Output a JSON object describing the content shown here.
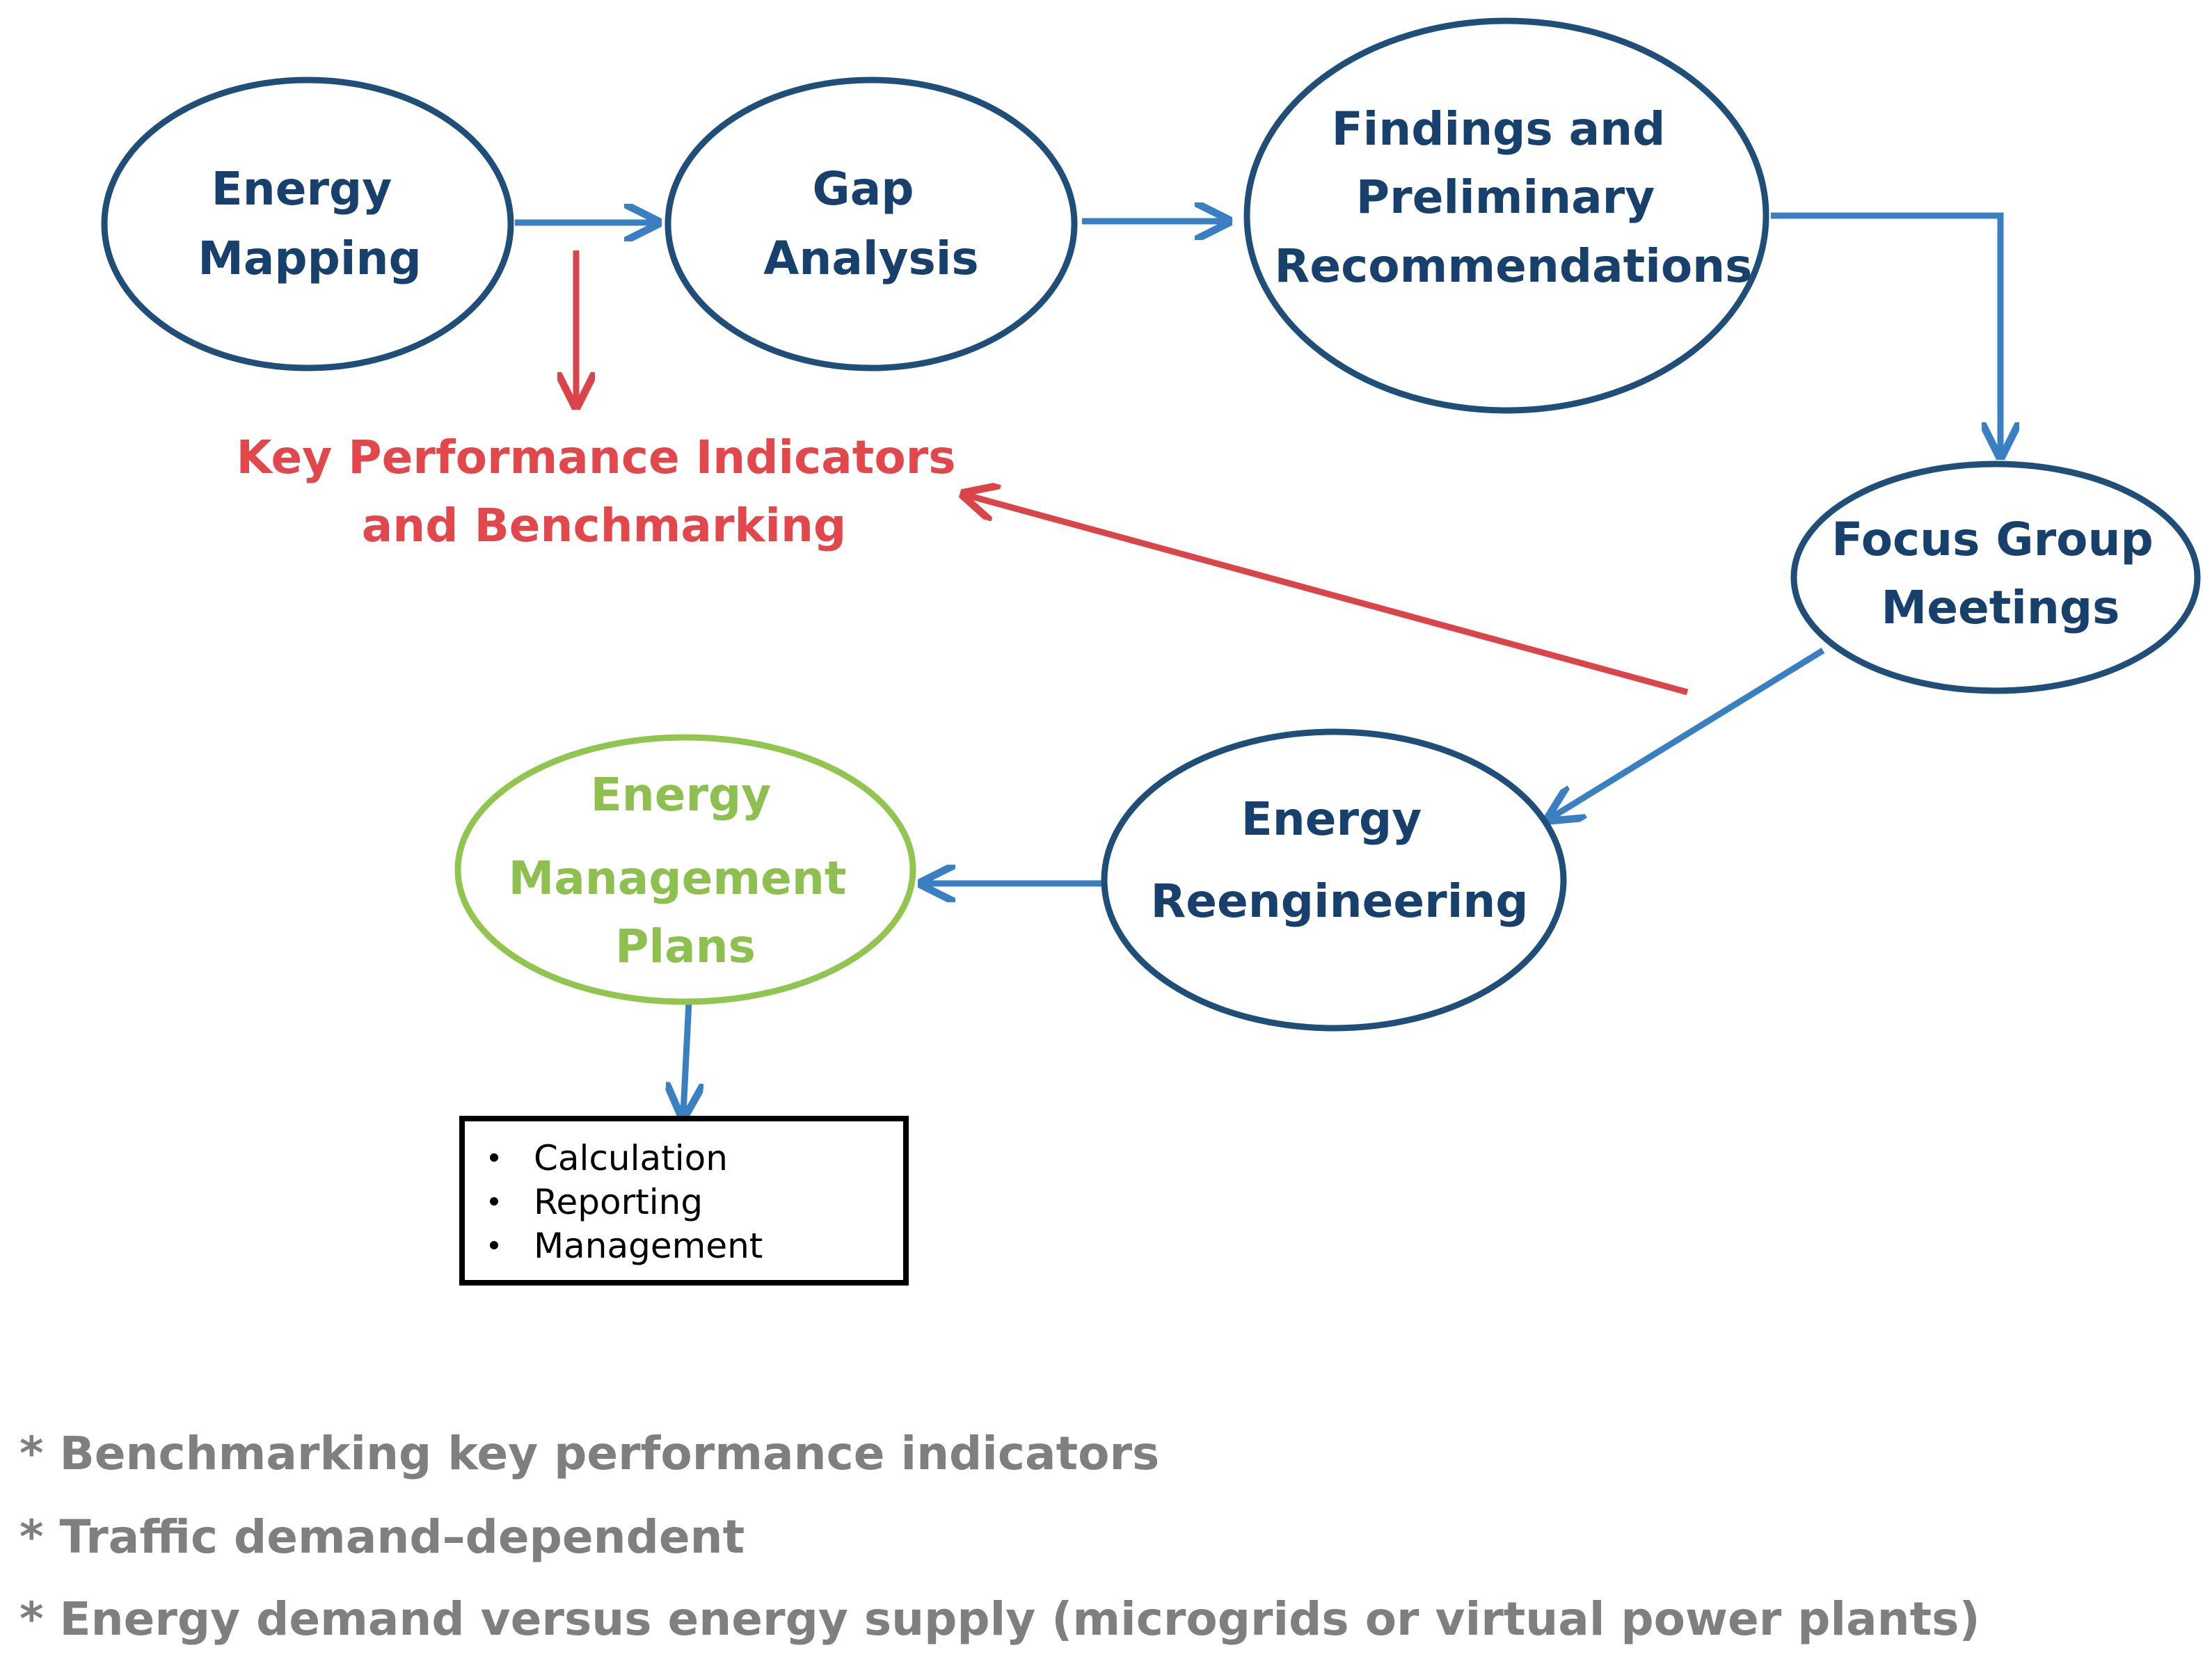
{
  "colors": {
    "node_border_blue": "#1f4e79",
    "arrow_blue": "#3a7fc1",
    "arrow_red": "#d94548",
    "node_text_blue": "#17406d",
    "node_border_green": "#92c550",
    "node_text_green": "#8dc04f",
    "kpi_text_red": "#e1474b",
    "notes_gray": "#7f7f7f",
    "box_border": "#000000"
  },
  "nodes": {
    "energy_mapping": {
      "lines": [
        "Energy",
        "Mapping"
      ]
    },
    "gap_analysis": {
      "lines": [
        "Gap",
        "Analysis"
      ]
    },
    "findings": {
      "lines": [
        "Findings and",
        "Preliminary",
        "Recommendations"
      ]
    },
    "focus_group": {
      "lines": [
        "Focus Group",
        "Meetings"
      ]
    },
    "energy_reengineering": {
      "lines": [
        "Energy",
        "Reengineering"
      ]
    },
    "energy_management": {
      "lines": [
        "Energy",
        "Management",
        "Plans"
      ]
    }
  },
  "kpi_label": {
    "lines": [
      "Key Performance Indicators",
      "and Benchmarking"
    ]
  },
  "output_box": {
    "items": [
      "Calculation",
      "Reporting",
      "Management"
    ]
  },
  "notes": [
    "* Benchmarking key performance indicators",
    "* Traffic demand–dependent",
    "* Energy demand versus energy supply (microgrids or virtual power plants)"
  ]
}
